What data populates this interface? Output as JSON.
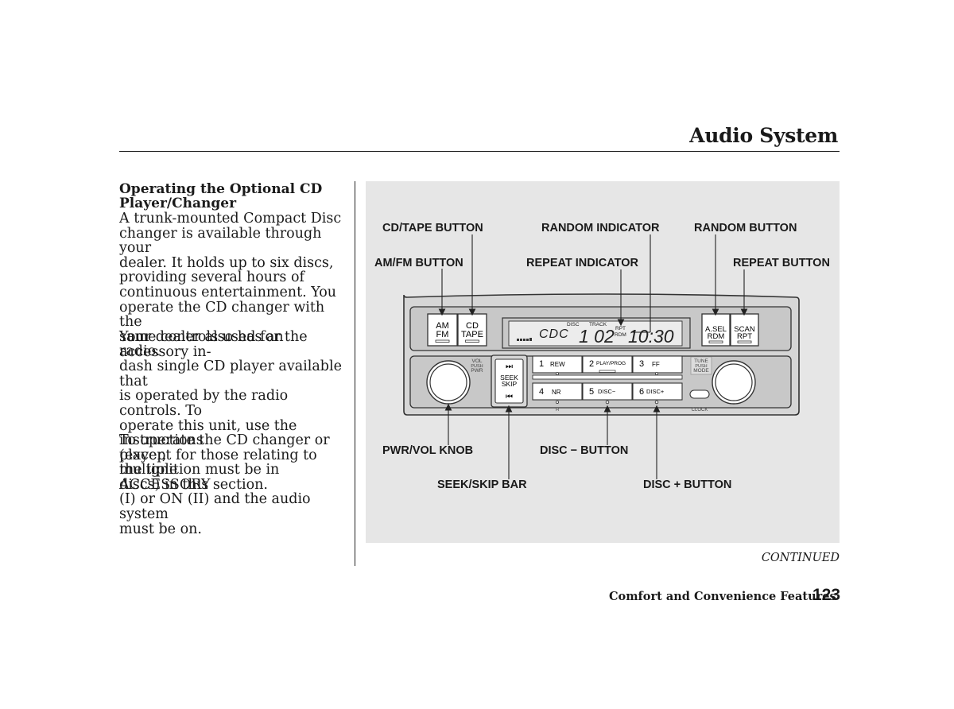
{
  "header": {
    "title": "Audio System"
  },
  "body": {
    "heading_lines": [
      "Operating the Optional CD",
      "Player/Changer"
    ],
    "paragraphs": [
      [
        "A trunk-mounted Compact Disc",
        "changer is available through your",
        "dealer. It holds up to six discs,",
        "providing several hours of",
        "continuous entertainment. You",
        "operate the CD changer with the",
        "same controls used for the radio."
      ],
      [
        "Your dealer also has an accessory in-",
        "dash single CD player available that",
        "is operated by the radio controls. To",
        "operate this unit, use the instructions",
        "(except for those relating to multiple",
        "discs) in this section."
      ],
      [
        "To operate the CD changer or player,",
        "the ignition must be in ACCESSORY",
        "(I) or ON (II) and the audio system",
        "must be on."
      ]
    ]
  },
  "figure": {
    "callouts": {
      "cd_tape": "CD/TAPE BUTTON",
      "am_fm": "AM/FM BUTTON",
      "random_indicator": "RANDOM INDICATOR",
      "repeat_indicator": "REPEAT INDICATOR",
      "random_button": "RANDOM BUTTON",
      "repeat_button": "REPEAT BUTTON",
      "pwr_vol": "PWR/VOL KNOB",
      "seek_skip": "SEEK/SKIP BAR",
      "disc_minus": "DISC − BUTTON",
      "disc_plus": "DISC + BUTTON"
    },
    "radio": {
      "am_fm": [
        "AM",
        "FM"
      ],
      "cd_tape": [
        "CD",
        "TAPE"
      ],
      "asel_rdm": [
        "A.SEL",
        "RDM"
      ],
      "scan_rpt": [
        "SCAN",
        "RPT"
      ],
      "display": {
        "left_mode": "CDC",
        "disc_label": "DISC",
        "track_label": "TRACK",
        "disc_track": "1 02",
        "time": "10:30",
        "rpt": "RPT",
        "rdm": "RDM"
      },
      "vol_label": [
        "VOL",
        "PUSH",
        "PWR"
      ],
      "seek_label": [
        "SEEK",
        "SKIP"
      ],
      "tune_label": [
        "TUNE",
        "PUSH",
        "MODE"
      ],
      "presets": [
        {
          "num": "1",
          "label": "REW"
        },
        {
          "num": "2",
          "label": "PLAY/PROG"
        },
        {
          "num": "3",
          "label": "FF"
        },
        {
          "num": "4",
          "label": "NR"
        },
        {
          "num": "5",
          "label": "DISC−"
        },
        {
          "num": "6",
          "label": "DISC+"
        }
      ],
      "h_label": "H",
      "clock_label": "CLOCK"
    }
  },
  "footer": {
    "continued": "CONTINUED",
    "section": "Comfort and Convenience Features",
    "page": "123"
  }
}
